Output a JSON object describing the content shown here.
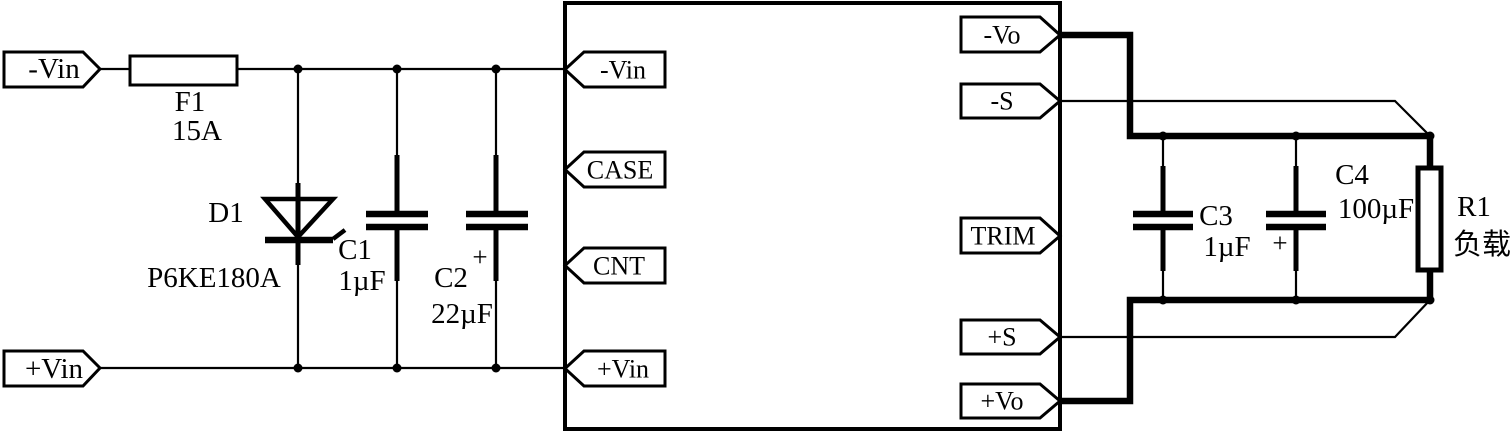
{
  "canvas": {
    "background": "#ffffff",
    "ink": "#000000"
  },
  "connectors": {
    "vin_neg": "-Vin",
    "vin_pos": "+Vin"
  },
  "components": {
    "fuse": {
      "ref": "F1",
      "value": "15A"
    },
    "tvs": {
      "ref": "D1",
      "part": "P6KE180A"
    },
    "c1": {
      "ref": "C1",
      "value": "1µF"
    },
    "c2": {
      "ref": "C2",
      "value": "22µF",
      "plus": "+"
    },
    "c3": {
      "ref": "C3",
      "value": "1µF"
    },
    "c4": {
      "ref": "C4",
      "value": "100µF",
      "plus": "+"
    },
    "load": {
      "ref": "R1",
      "value": "负载"
    }
  },
  "module": {
    "left_pins": [
      {
        "label": "-Vin"
      },
      {
        "label": "CASE"
      },
      {
        "label": "CNT"
      },
      {
        "label": "+Vin"
      }
    ],
    "right_pins": [
      {
        "label": "-Vo"
      },
      {
        "label": "-S"
      },
      {
        "label": "TRIM"
      },
      {
        "label": "+S"
      },
      {
        "label": "+Vo"
      }
    ]
  }
}
